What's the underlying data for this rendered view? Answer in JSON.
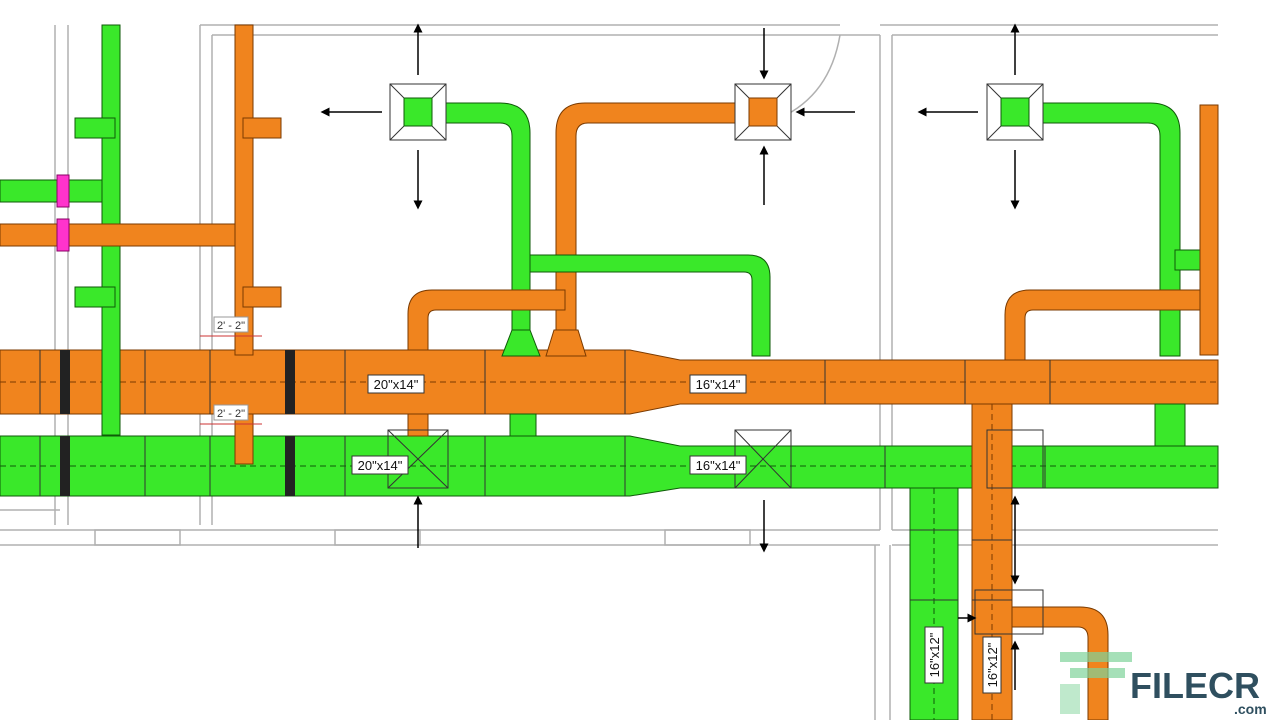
{
  "colors": {
    "supply": "#3ae82a",
    "return": "#f0841e",
    "accent": "#ff33cc",
    "wall": "#b0b0b0",
    "watermark": "#2f4f5f",
    "watermark_accent": "#7fd39a"
  },
  "labels": {
    "orange_main_left": "20\"x14\"",
    "orange_main_right": "16\"x14\"",
    "green_main_left": "20\"x14\"",
    "green_main_right": "16\"x14\"",
    "green_vertical": "16\"x12\"",
    "orange_vertical": "16\"x12\""
  },
  "dimensions": {
    "upper": "2' - 2\"",
    "lower": "2' - 2\""
  },
  "icons": [
    "air-diffuser-icon",
    "airflow-arrow-icon"
  ],
  "watermark": {
    "brand": "FILECR",
    "suffix": ".com"
  }
}
